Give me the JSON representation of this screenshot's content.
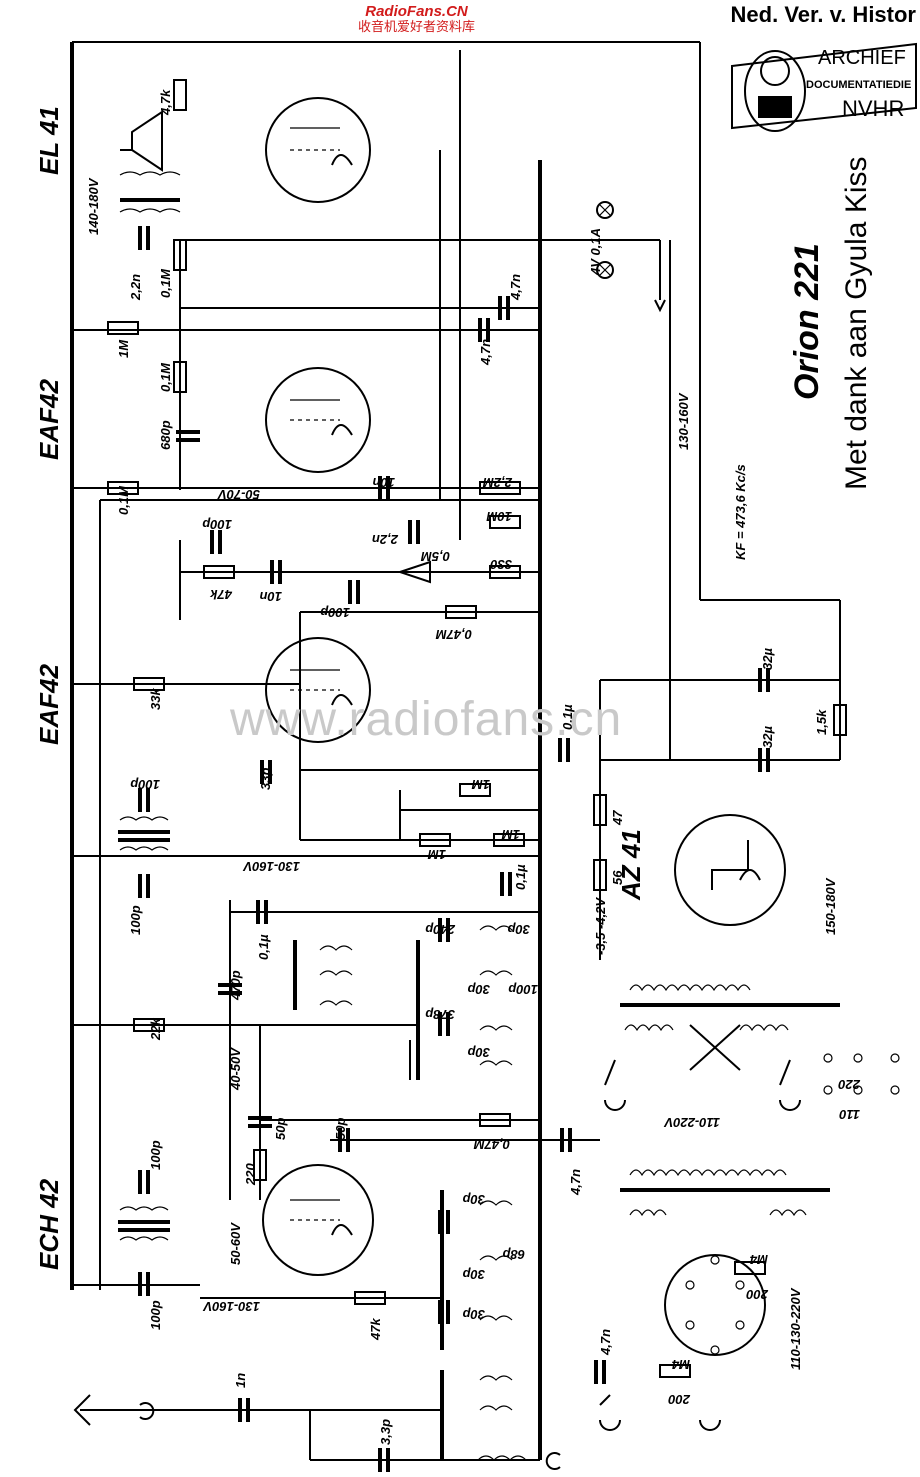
{
  "watermark": {
    "site": "RadioFans.CN",
    "tagline": "收音机爱好者资料库",
    "background": "www.radiofans.cn"
  },
  "header": {
    "archive_source": "Ned. Ver. v. Histor"
  },
  "stamp": {
    "line1": "ARCHIEF",
    "line2": "DOCUMENTATIEDIE",
    "line3": "NVHR"
  },
  "title": {
    "model": "Orion 221",
    "credit": "Met dank aan Gyula Kiss",
    "if_note": "KF = 473,6 Kc/s"
  },
  "tubes": {
    "el41": "EL 41",
    "eaf42_a": "EAF42",
    "eaf42_b": "EAF42",
    "ech42": "ECH 42",
    "az41": "AZ 41"
  },
  "components": {
    "r_4k7": "4,7k",
    "c_2n2": "2,2n",
    "r_01m_a": "0,1M",
    "r_1m_a": "1M",
    "r_01m_b": "0,1M",
    "c_680p": "680p",
    "r_01m_c": "0,1M",
    "c_100p_a": "100p",
    "r_47k_a": "47k",
    "c_10n_a": "10n",
    "c_100p_b": "100p",
    "r_05m": "0,5M",
    "c_2n2_b": "2,2n",
    "r_2m2": "2,2M",
    "r_10m": "10M",
    "r_330": "330",
    "r_047m_a": "0,47M",
    "c_10n_b": "10n",
    "c_4n7_a": "4,7n",
    "c_4n7_b": "4,7n",
    "r_33k": "33k",
    "c_100p_c": "100p",
    "c_33p": "33p",
    "c_01u_a": "0,1µ",
    "r_1m_b": "1M",
    "r_1m_c": "1M",
    "r_1m_d": "1M",
    "c_01u_b": "0,1µ",
    "c_100p_d": "100p",
    "r_47": "47",
    "r_56": "56",
    "c_32u_a": "32µ",
    "c_32u_b": "32µ",
    "r_1k5": "1,5k",
    "c_01u_c": "0,1µ",
    "c_470p": "470p",
    "c_240p": "240p",
    "c_30p_a": "30p",
    "c_378p": "378p",
    "c_30p_b": "30p",
    "c_30p_c": "30p",
    "c_100p_e": "100p",
    "r_22k": "22k",
    "c_50p_a": "50p",
    "c_50p_b": "50p",
    "r_047m_b": "0,47M",
    "c_4n7_c": "4,7n",
    "c_100p_f": "100p",
    "r_220": "220",
    "c_30p_d": "30p",
    "c_68p": "68p",
    "c_30p_e": "30p",
    "c_30p_f": "30p",
    "c_100p_g": "100p",
    "r_47k_b": "47k",
    "c_1n": "1n",
    "c_3p3": "3,3p",
    "c_4n7_d": "4,7n",
    "r_200_a": "200",
    "r_200_b": "200",
    "r_m4_a": "M4",
    "r_m4_b": "M4"
  },
  "voltages": {
    "el41_anode": "140-180V",
    "eaf42_screen": "50-70V",
    "eaf42_anode": "130-160V",
    "ech42_anode": "130-160V",
    "ech42_screen": "50-60V",
    "osc": "40-50V",
    "bias": "-3,5 -4,2V",
    "rect": "150-180V",
    "mains": "110-220V",
    "mains_sel": "110-130-220V",
    "lamp": "4V 0,1A",
    "b_plus": "130-160V"
  },
  "voltage_selector": {
    "v220": "220",
    "v110": "110"
  }
}
